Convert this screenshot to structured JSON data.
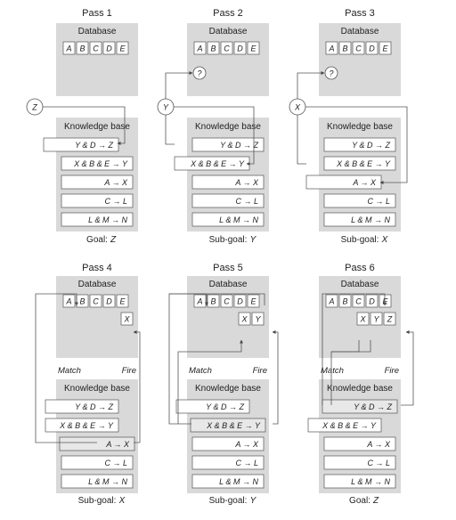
{
  "labels": {
    "database": "Database",
    "knowledge_base": "Knowledge base",
    "match": "Match",
    "fire": "Fire"
  },
  "passes": [
    {
      "title": "Pass 1",
      "goal_prefix": "Goal:",
      "goal_var": "Z",
      "db_facts": [
        "A",
        "B",
        "C",
        "D",
        "E"
      ],
      "new_facts": [],
      "query": "",
      "circle": "Z",
      "show_match_fire": false,
      "outside_rule": 0,
      "highlight_rule": -1
    },
    {
      "title": "Pass 2",
      "goal_prefix": "Sub-goal:",
      "goal_var": "Y",
      "db_facts": [
        "A",
        "B",
        "C",
        "D",
        "E"
      ],
      "new_facts": [],
      "query": "?",
      "circle": "Y",
      "show_match_fire": false,
      "outside_rule": 1,
      "highlight_rule": -1
    },
    {
      "title": "Pass 3",
      "goal_prefix": "Sub-goal:",
      "goal_var": "X",
      "db_facts": [
        "A",
        "B",
        "C",
        "D",
        "E"
      ],
      "new_facts": [],
      "query": "?",
      "circle": "X",
      "show_match_fire": false,
      "outside_rule": 2,
      "highlight_rule": -1
    },
    {
      "title": "Pass 4",
      "goal_prefix": "Sub-goal:",
      "goal_var": "X",
      "db_facts": [
        "A",
        "B",
        "C",
        "D",
        "E"
      ],
      "new_facts": [
        "X"
      ],
      "query": "",
      "circle": "",
      "show_match_fire": true,
      "outside_rule": -1,
      "highlight_rule": 2
    },
    {
      "title": "Pass 5",
      "goal_prefix": "Sub-goal:",
      "goal_var": "Y",
      "db_facts": [
        "A",
        "B",
        "C",
        "D",
        "E"
      ],
      "new_facts": [
        "X",
        "Y"
      ],
      "query": "",
      "circle": "",
      "show_match_fire": true,
      "outside_rule": -1,
      "highlight_rule": 1
    },
    {
      "title": "Pass 6",
      "goal_prefix": "Goal:",
      "goal_var": "Z",
      "db_facts": [
        "A",
        "B",
        "C",
        "D",
        "E"
      ],
      "new_facts": [
        "X",
        "Y",
        "Z"
      ],
      "query": "",
      "circle": "",
      "show_match_fire": true,
      "outside_rule": -1,
      "highlight_rule": 0
    }
  ],
  "rules": [
    "Y & D → Z",
    "X & B & E → Y",
    "A → X",
    "C → L",
    "L & M → N"
  ]
}
